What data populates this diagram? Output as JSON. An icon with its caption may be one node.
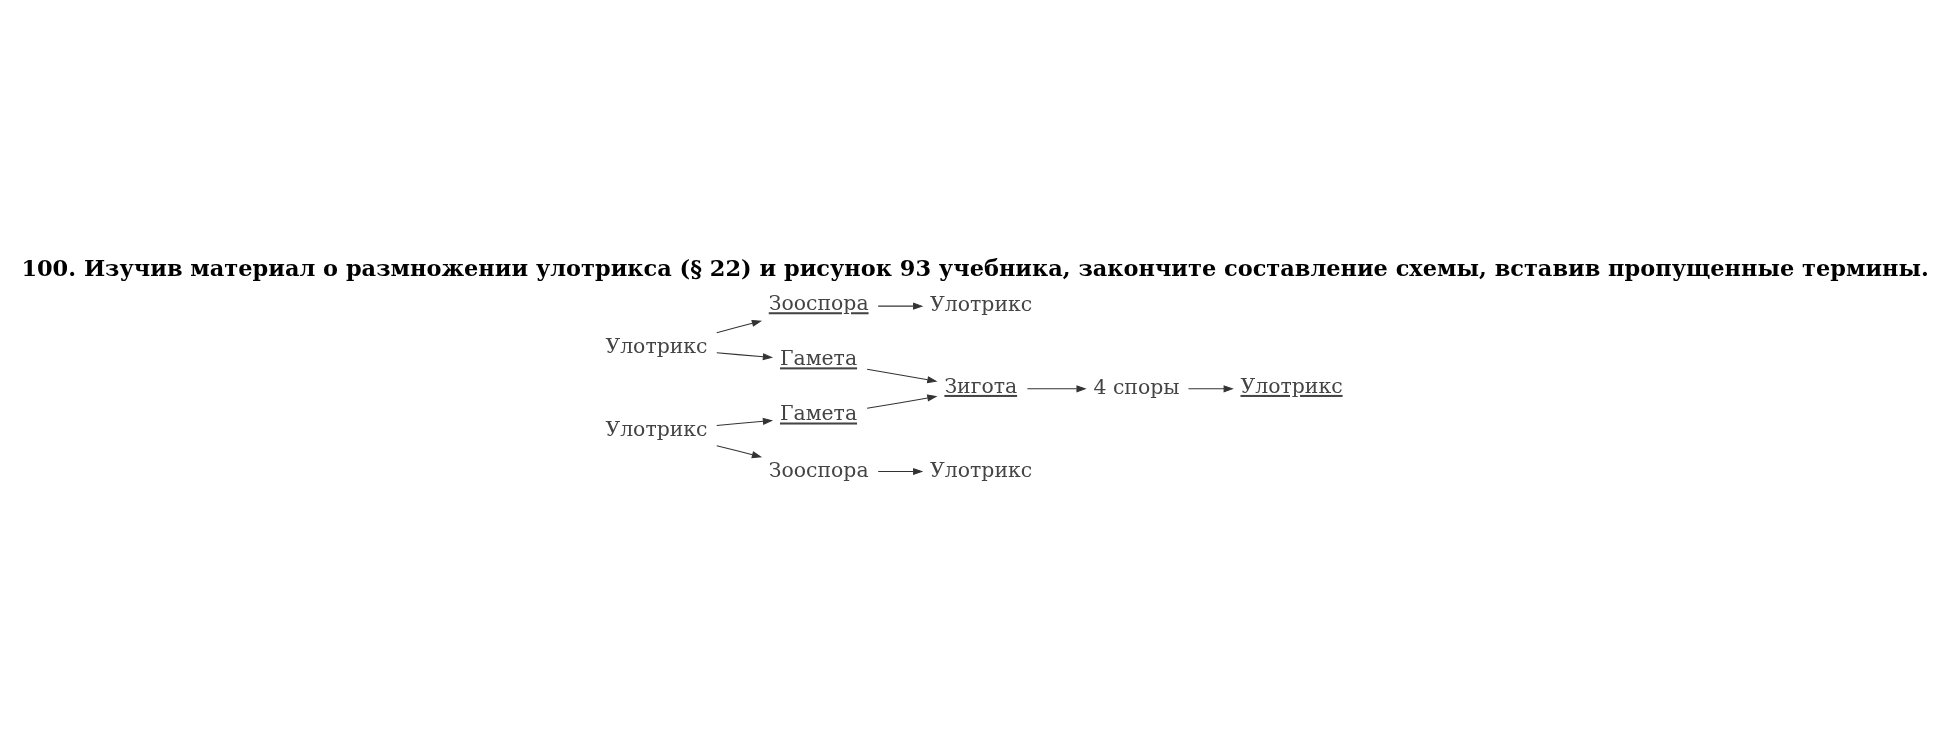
{
  "diagram": {
    "title": "100. Изучив материал о размножении улотрикса (§ 22) и рисунок 93 учебника, закончите составление схемы, вставив пропущенные термины.",
    "nodes": [
      {
        "text": [
          "Улотрикс"
        ]
      },
      {
        "text": [
          "Зооспора"
        ]
      },
      {
        "text": [
          "Улотрикс"
        ]
      },
      {
        "text": [
          "Гамета"
        ]
      },
      {
        "text": [
          "Гамета"
        ]
      },
      {
        "text": [
          "Зигота"
        ]
      },
      {
        "text": [
          "4 споры"
        ]
      },
      {
        "text": [
          "Улотрикс"
        ]
      },
      {
        "text": [
          "Улотрикс"
        ]
      },
      {
        "text": [
          "Зооспора"
        ]
      },
      {
        "text": [
          "Улотрикс"
        ]
      }
    ],
    "edges": [
      {
        "from": 0,
        "to": 1,
        "arrow": "to"
      },
      {
        "from": 0,
        "to": 3,
        "arrow": "to"
      },
      {
        "from": 1,
        "to": 2,
        "arrow": "to"
      },
      {
        "from": 3,
        "to": 5,
        "arrow": "to"
      },
      {
        "from": 4,
        "to": 5,
        "arrow": "to"
      },
      {
        "from": 5,
        "to": 6,
        "arrow": "to"
      },
      {
        "from": 6,
        "to": 7,
        "arrow": "to"
      },
      {
        "from": 8,
        "to": 4,
        "arrow": "to"
      },
      {
        "from": 8,
        "to": 9,
        "arrow": "to"
      },
      {
        "from": 9,
        "to": 10,
        "arrow": "to"
      }
    ]
  }
}
